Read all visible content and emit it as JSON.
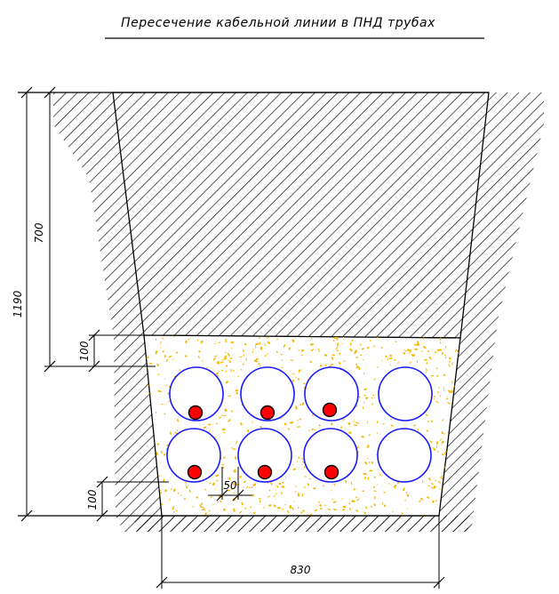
{
  "title": "Пересечение кабельной линии в ПНД трубах",
  "dimensions": {
    "total_depth": "1190",
    "top_depth": "700",
    "sand_top": "100",
    "sand_bottom": "100",
    "gap": "50",
    "bottom_width": "830"
  },
  "conduits": {
    "rows": 2,
    "per_row": 4,
    "cabled": [
      [
        true,
        true,
        true,
        false
      ],
      [
        true,
        true,
        true,
        false
      ]
    ]
  },
  "colors": {
    "conduit_outline": "#1a1aff",
    "cable_fill": "#ff0000",
    "sand_speckle": "#f5b800",
    "line": "#000000"
  }
}
